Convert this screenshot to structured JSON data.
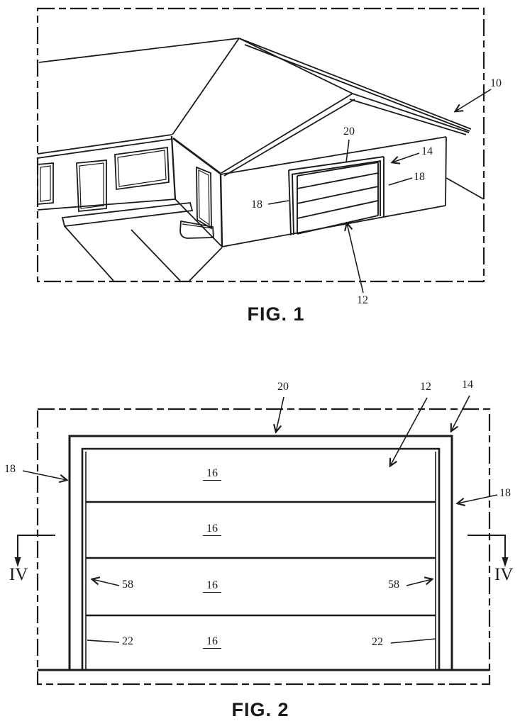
{
  "figure1": {
    "caption": "FIG. 1",
    "labels": {
      "ref10": "10",
      "ref20": "20",
      "ref14": "14",
      "ref18_right": "18",
      "ref18_left": "18",
      "ref12": "12"
    }
  },
  "figure2": {
    "caption": "FIG. 2",
    "labels": {
      "ref20": "20",
      "ref12": "12",
      "ref14": "14",
      "ref18_left": "18",
      "ref18_right": "18",
      "ref58_left": "58",
      "ref58_right": "58",
      "ref22_left": "22",
      "ref22_right": "22",
      "section_left": "IV",
      "section_right": "IV",
      "panels": [
        "16",
        "16",
        "16",
        "16"
      ]
    }
  }
}
